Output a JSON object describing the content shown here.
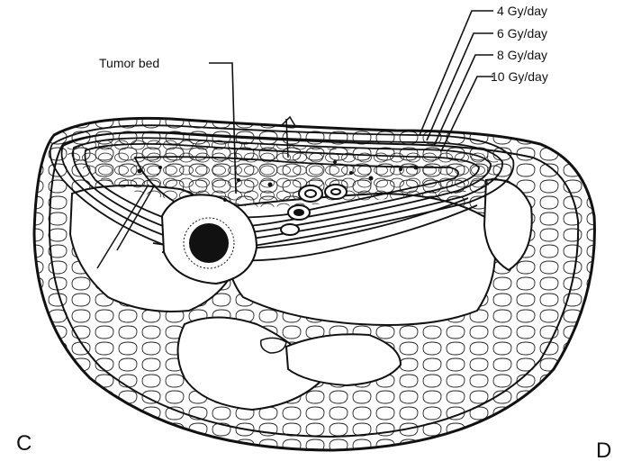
{
  "labels": {
    "tumor_bed": "Tumor bed",
    "isodose": [
      "4 Gy/day",
      "6 Gy/day",
      "8 Gy/day",
      "10 Gy/day"
    ],
    "panel_left": "C",
    "panel_right": "D"
  },
  "colors": {
    "ink": "#111111",
    "background": "#ffffff"
  }
}
